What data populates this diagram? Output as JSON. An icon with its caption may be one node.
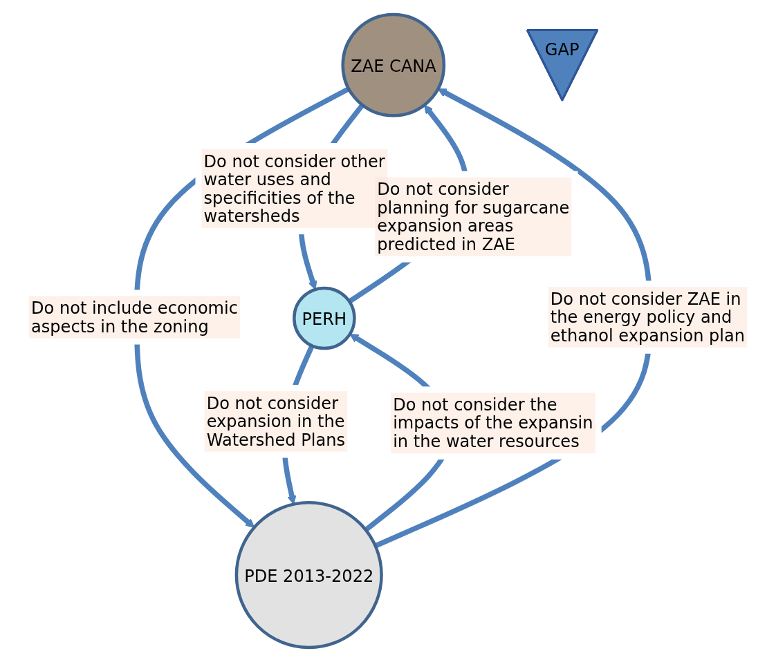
{
  "diagram": {
    "nodes": [
      {
        "text": [
          "ZAE CANA"
        ]
      },
      {
        "text": [
          "PERH"
        ]
      },
      {
        "text": [
          "PDE 2013-2022"
        ]
      },
      {
        "text": [
          "GAP"
        ]
      }
    ],
    "edges": [
      {
        "from": 0,
        "to": 1,
        "arrow": "to",
        "label": "Do not consider other water uses and specificities of the watersheds"
      },
      {
        "from": 1,
        "to": 0,
        "arrow": "to",
        "label": "Do not consider planning for sugarcane expansion areas predicted in ZAE"
      },
      {
        "from": 0,
        "to": 2,
        "arrow": "to",
        "label": "Do not include economic aspects in the zoning"
      },
      {
        "from": 2,
        "to": 1,
        "arrow": "to",
        "label": "Do not consider the impacts of the expansin in the water resources"
      },
      {
        "from": 1,
        "to": 2,
        "arrow": "to",
        "label": "Do not consider expansion in the Watershed Plans"
      },
      {
        "from": 2,
        "to": 0,
        "arrow": "to",
        "label": "Do not consider ZAE in the energy policy and ethanol expansion plan"
      }
    ]
  }
}
